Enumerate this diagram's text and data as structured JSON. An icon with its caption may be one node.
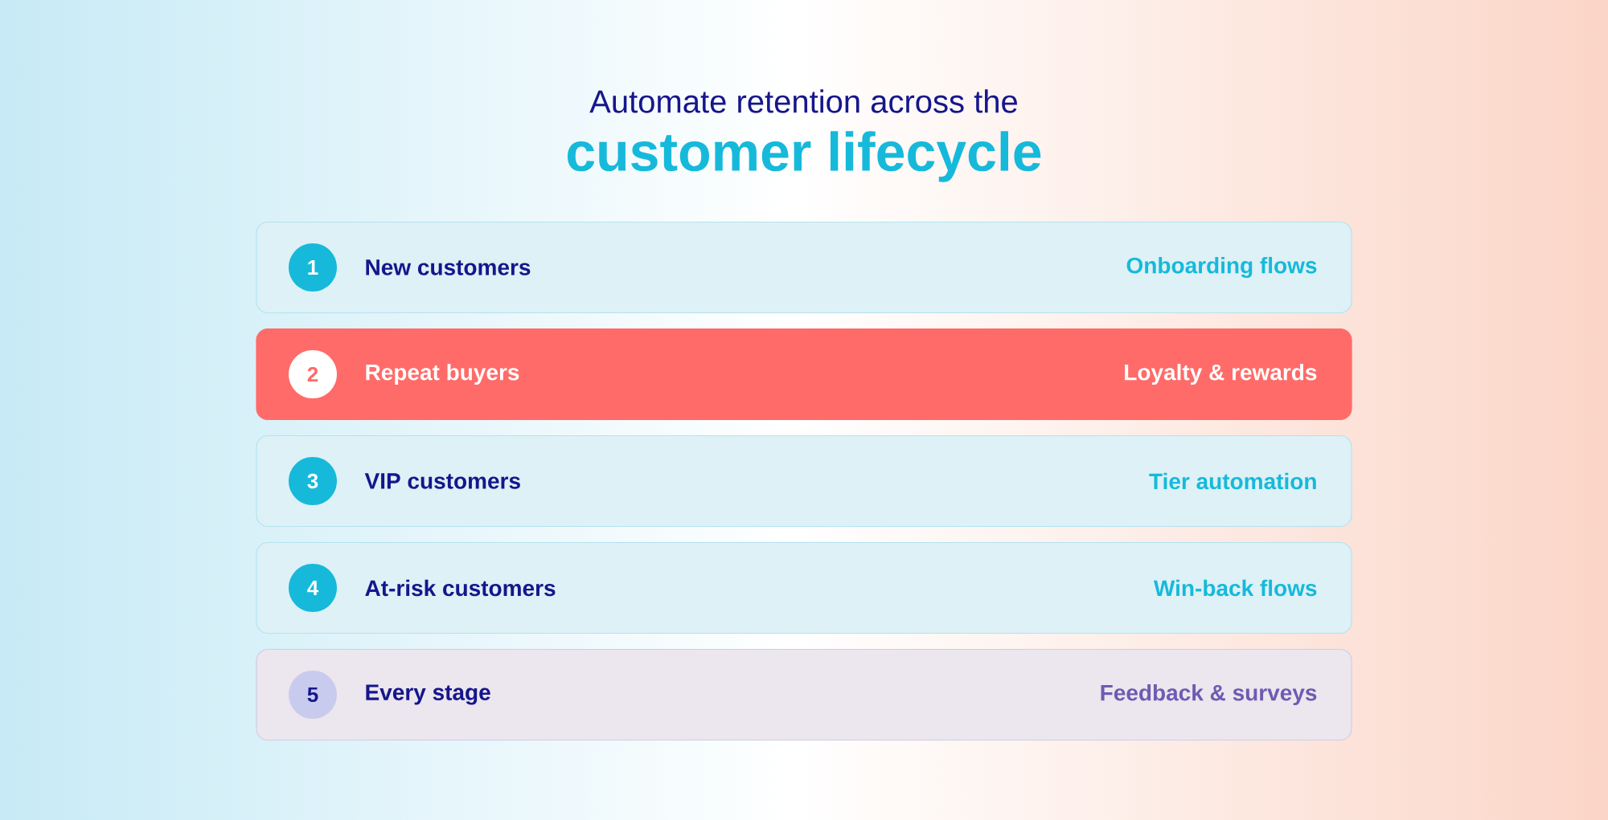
{
  "diagram": {
    "title": "Automate retention across the",
    "nodes": [
      {
        "text": [
          "New customers",
          "Onboarding flows"
        ]
      },
      {
        "text": [
          "1"
        ],
        "in": 0
      },
      {
        "text": [
          "Repeat buyers",
          "Loyalty & rewards"
        ]
      },
      {
        "text": [
          "2"
        ],
        "in": 2
      },
      {
        "text": [
          "VIP customers",
          "Tier automation"
        ]
      },
      {
        "text": [
          "3"
        ],
        "in": 4
      },
      {
        "text": [
          "At-risk customers",
          "Win-back flows"
        ]
      },
      {
        "text": [
          "4"
        ],
        "in": 6
      },
      {
        "text": [
          "Every stage",
          "Feedback & surveys"
        ]
      },
      {
        "text": [
          "5"
        ],
        "in": 8
      }
    ],
    "labels": [
      "customer lifecycle"
    ]
  }
}
